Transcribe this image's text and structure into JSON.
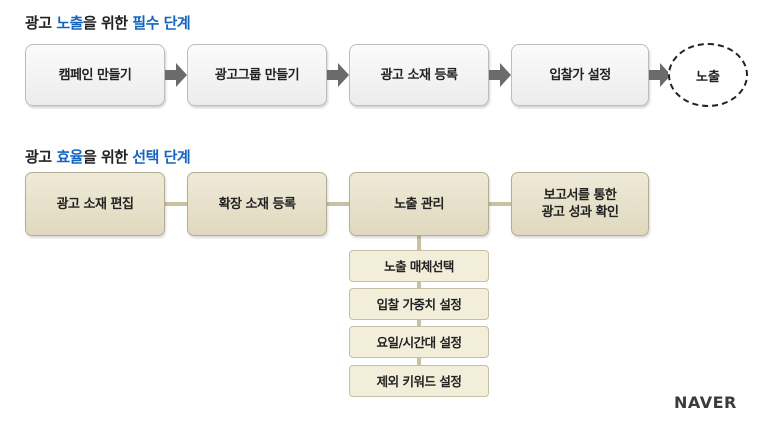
{
  "section1": {
    "title_pre": "광고 ",
    "title_hl1": "노출",
    "title_mid": "을 위한 ",
    "title_hl2": "필수 단계",
    "steps": [
      "캠페인 만들기",
      "광고그룹 만들기",
      "광고 소재 등록",
      "입찰가 설정"
    ],
    "final": "노출"
  },
  "section2": {
    "title_pre": "광고 ",
    "title_hl1": "효율",
    "title_mid": "을 위한 ",
    "title_hl2": "선택 단계",
    "steps": [
      "광고 소재 편집",
      "확장 소재 등록",
      "노출 관리"
    ],
    "step4_line1": "보고서를 통한",
    "step4_line2": "광고 성과 확인",
    "sub_items": [
      "노출 매체선택",
      "입찰 가중치 설정",
      "요일/시간대 설정",
      "제외 키워드 설정"
    ]
  },
  "logo": "NAVER",
  "colors": {
    "highlight": "#1565c0",
    "tan": "#e6dfc6",
    "gray_box": "#f0f0f0",
    "arrow": "#6b6b6b"
  }
}
